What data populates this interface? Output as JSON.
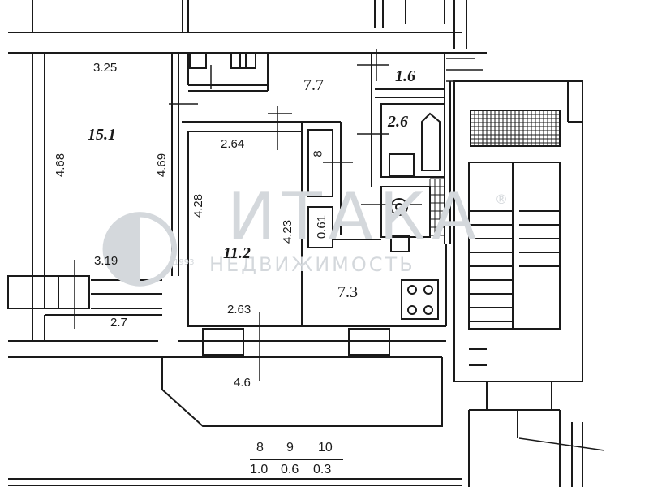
{
  "rooms": {
    "room_15_1": {
      "area": "15.1",
      "dims": [
        "3.25",
        "4.68",
        "4.69",
        "3.19"
      ]
    },
    "room_11_2": {
      "area": "11.2",
      "dims": [
        "2.64",
        "4.28",
        "4.23",
        "2.63"
      ]
    },
    "hall": {
      "area": "7.7"
    },
    "kitchen": {
      "area": "7.3",
      "dims": [
        "0.61"
      ]
    },
    "wc": {
      "area": "1.6"
    },
    "bath": {
      "area": "2.6"
    },
    "closet_label": "8"
  },
  "balcony_dims": {
    "left": "2.7",
    "bottom": "4.6"
  },
  "fixtures_table": {
    "numbers": [
      "8",
      "9",
      "10"
    ],
    "areas": [
      "1.0",
      "0.6",
      "0.3"
    ]
  },
  "watermark": {
    "brand": "ИТАКА",
    "subtitle": "НЕДВИЖИМОСТЬ",
    "year": "1993",
    "registered": "®"
  },
  "colors": {
    "line": "#1a1a1a",
    "watermark": "#d4d8dc"
  }
}
